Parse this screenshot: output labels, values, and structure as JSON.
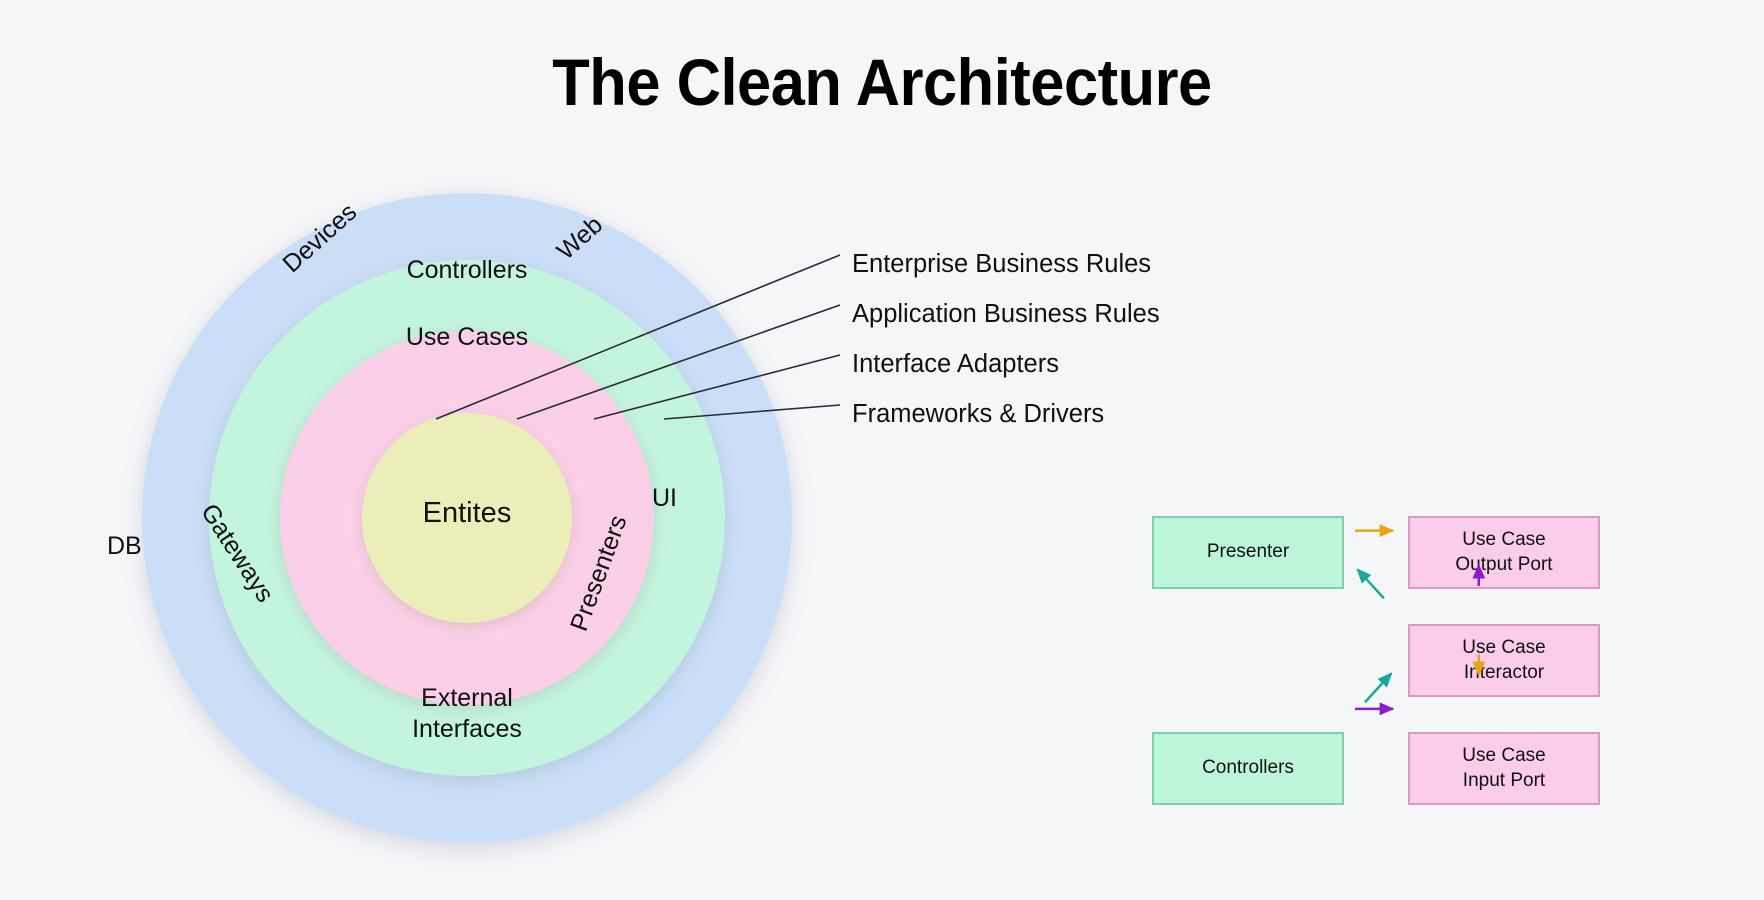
{
  "page": {
    "title": "The Clean Architecture",
    "background_color": "#f5f6f8"
  },
  "colors": {
    "frameworks_ring": "#cbdef8",
    "interface_adapters_ring": "#c3f4dd",
    "use_cases_ring": "#fbcfe8",
    "entities_core": "#ebeeb9",
    "green_box_fill": "#bdf5db",
    "green_box_border": "#7fcfae",
    "pink_box_fill": "#fbcdea",
    "pink_box_border": "#d99ac4",
    "arrow_orange": "#e8a317",
    "arrow_teal": "#1aa79b",
    "arrow_purple": "#8a1ecc",
    "leader_line": "#2b2b38"
  },
  "circle_diagram": {
    "name": "clean-architecture-rings",
    "rings": [
      {
        "id": "frameworks",
        "fill": "#cbdef8",
        "labels": [
          {
            "id": "devices",
            "text": "Devices",
            "rotation_deg": -42
          },
          {
            "id": "web",
            "text": "Web",
            "rotation_deg": -42
          },
          {
            "id": "db",
            "text": "DB",
            "rotation_deg": 0
          },
          {
            "id": "ui",
            "text": "UI",
            "rotation_deg": 0
          },
          {
            "id": "external-interfaces",
            "text": "External\nInterfaces",
            "rotation_deg": 0
          }
        ]
      },
      {
        "id": "interface-adapters",
        "fill": "#c3f4dd",
        "labels": [
          {
            "id": "controllers",
            "text": "Controllers",
            "rotation_deg": 0
          },
          {
            "id": "gateways",
            "text": "Gateways",
            "rotation_deg": 57
          },
          {
            "id": "presenters",
            "text": "Presenters",
            "rotation_deg": -70
          }
        ]
      },
      {
        "id": "use-cases",
        "fill": "#fbcfe8",
        "labels": [
          {
            "id": "use-cases",
            "text": "Use Cases",
            "rotation_deg": 0
          }
        ]
      },
      {
        "id": "entities",
        "fill": "#ebeeb9",
        "labels": [
          {
            "id": "entities",
            "text": "Entites",
            "rotation_deg": 0
          }
        ]
      }
    ]
  },
  "layer_callouts": [
    {
      "id": "enterprise-business-rules",
      "text": "Enterprise Business Rules",
      "points_to": "entities"
    },
    {
      "id": "application-business-rules",
      "text": "Application Business Rules",
      "points_to": "use-cases"
    },
    {
      "id": "interface-adapters",
      "text": "Interface Adapters",
      "points_to": "interface-adapters"
    },
    {
      "id": "frameworks-and-drivers",
      "text": "Frameworks & Drivers",
      "points_to": "frameworks"
    }
  ],
  "flow_diagram": {
    "name": "use-case-flow",
    "boxes": [
      {
        "id": "presenter",
        "text": "Presenter",
        "style": "green"
      },
      {
        "id": "use-case-output-port",
        "text": "Use Case\nOutput Port",
        "style": "pink"
      },
      {
        "id": "use-case-interactor",
        "text": "Use Case\nInteractor",
        "style": "pink"
      },
      {
        "id": "controllers",
        "text": "Controllers",
        "style": "green"
      },
      {
        "id": "use-case-input-port",
        "text": "Use Case\nInput Port",
        "style": "pink"
      }
    ],
    "arrows": [
      {
        "id": "presenter-to-output-port",
        "from": "presenter",
        "to": "use-case-output-port",
        "color": "#e8a317",
        "direction": "right"
      },
      {
        "id": "output-port-dependency",
        "from": "use-case-output-port",
        "to": "presenter",
        "color": "#1aa79b",
        "direction": "up-left"
      },
      {
        "id": "interactor-to-output-port",
        "from": "use-case-interactor",
        "to": "use-case-output-port",
        "color": "#8a1ecc",
        "direction": "up"
      },
      {
        "id": "interactor-to-input-port",
        "from": "use-case-interactor",
        "to": "use-case-input-port",
        "color": "#e8a317",
        "direction": "down"
      },
      {
        "id": "input-port-dependency",
        "from": "use-case-input-port",
        "to": "controllers",
        "color": "#1aa79b",
        "direction": "up-left"
      },
      {
        "id": "controllers-to-input-port",
        "from": "controllers",
        "to": "use-case-input-port",
        "color": "#8a1ecc",
        "direction": "right"
      }
    ]
  }
}
